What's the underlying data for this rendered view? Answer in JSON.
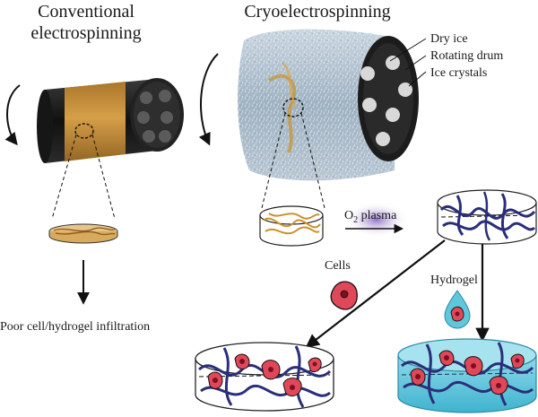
{
  "titles": {
    "conventional_line1": "Conventional",
    "conventional_line2": "electrospinning",
    "cryo": "Cryoelectrospinning"
  },
  "labels": {
    "dry_ice": "Dry ice",
    "rotating_drum": "Rotating drum",
    "ice_crystals": "Ice crystals",
    "plasma_prefix": "O",
    "plasma_sub": "2",
    "plasma_suffix": " plasma",
    "cells": "Cells",
    "hydrogel": "Hydrogel",
    "poor_infiltration": "Poor cell/hydrogel infiltration"
  },
  "colors": {
    "fiber_orange": "#c8922e",
    "fiber_blue": "#2a2e7a",
    "drum_black": "#1c1c1c",
    "ice_blue": "#a9bccb",
    "cell_pink": "#e0485a",
    "hydrogel_cyan": "#5fc7dc",
    "plasma_purple": "#9a7cc8"
  }
}
